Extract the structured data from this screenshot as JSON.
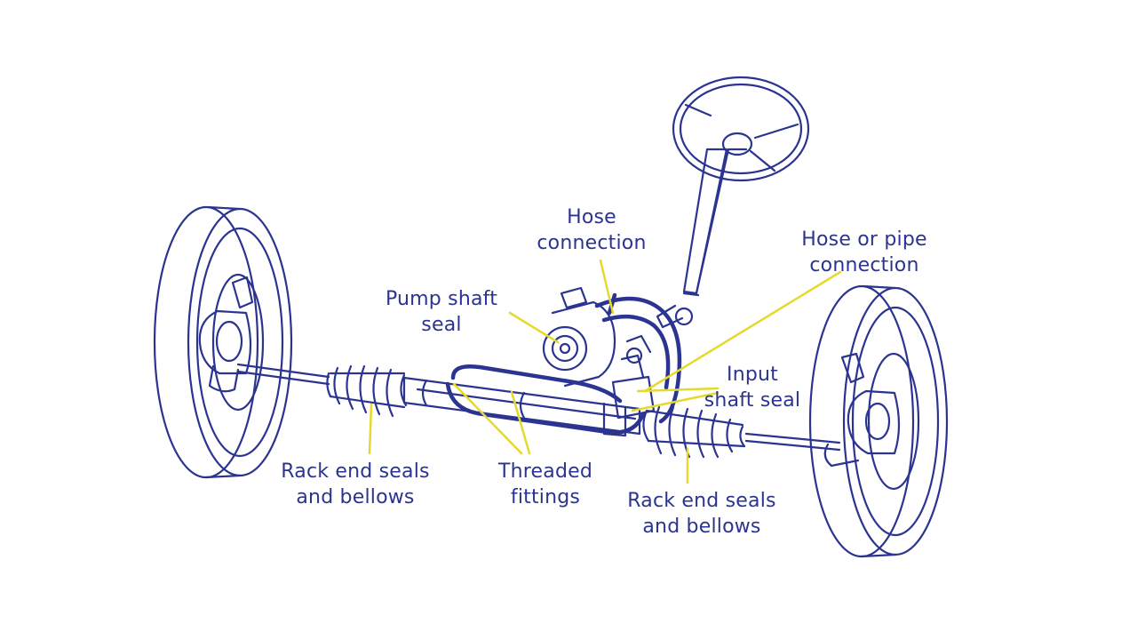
{
  "colors": {
    "line": "#2b3490",
    "leader": "#e6d92e",
    "background": "#ffffff"
  },
  "labels": {
    "hose_connection": [
      "Hose",
      "connection"
    ],
    "hose_or_pipe_connection": [
      "Hose or pipe",
      "connection"
    ],
    "pump_shaft_seal": [
      "Pump shaft",
      "seal"
    ],
    "input_shaft_seal": [
      "Input",
      "shaft seal"
    ],
    "rack_end_left": [
      "Rack end seals",
      "and bellows"
    ],
    "threaded_fittings": [
      "Threaded",
      "fittings"
    ],
    "rack_end_right": [
      "Rack end seals",
      "and bellows"
    ]
  }
}
